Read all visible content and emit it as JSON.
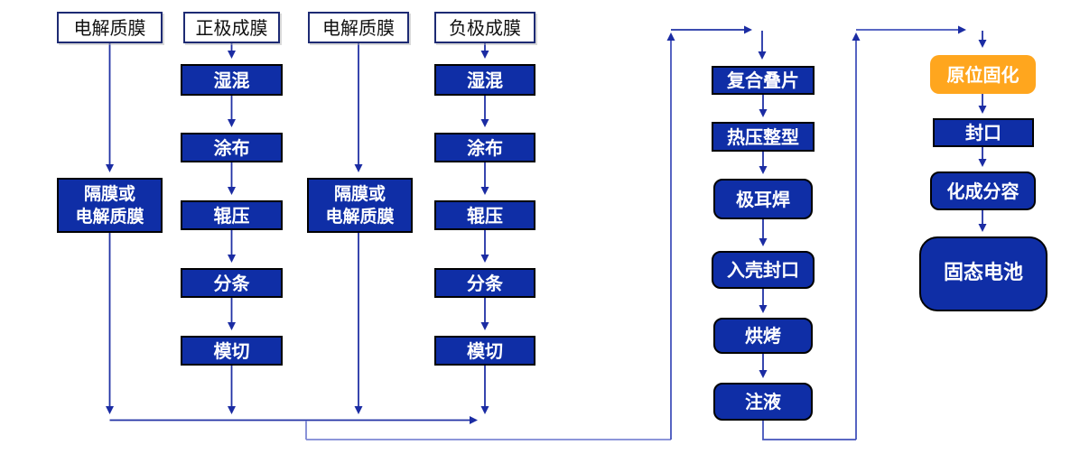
{
  "flow": {
    "col1": {
      "header": "电解质膜",
      "membrane": "隔膜或\n电解质膜"
    },
    "col2": {
      "header": "正极成膜",
      "steps": [
        "湿混",
        "涂布",
        "辊压",
        "分条",
        "模切"
      ]
    },
    "col3": {
      "header": "电解质膜",
      "membrane": "隔膜或\n电解质膜"
    },
    "col4": {
      "header": "负极成膜",
      "steps": [
        "湿混",
        "涂布",
        "辊压",
        "分条",
        "模切"
      ]
    },
    "assembly": [
      "复合叠片",
      "热压整型",
      "极耳焊",
      "入壳封口",
      "烘烤",
      "注液"
    ],
    "finish": [
      "原位固化",
      "封口",
      "化成分容",
      "固态电池"
    ],
    "colors": {
      "box_blue": "#0f2ea6",
      "accent_orange": "#ffa61e",
      "connector_dark": "#2132a5",
      "connector_light": "#7d87d4",
      "connector_mid": "#4353bb",
      "header_border": "#1d2a73"
    }
  }
}
